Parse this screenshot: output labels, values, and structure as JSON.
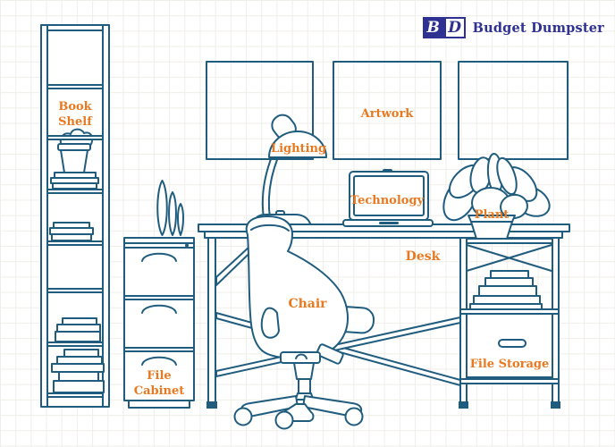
{
  "palette": {
    "line": "#1f5c7e",
    "label": "#e87920",
    "brand": "#2e3192",
    "grid": "#f0eee8"
  },
  "logo": {
    "badge_letters": [
      "B",
      "D"
    ],
    "brand_name": "Budget Dumpster"
  },
  "labels": {
    "book_shelf_line1": "Book",
    "book_shelf_line2": "Shelf",
    "file_cabinet_line1": "File",
    "file_cabinet_line2": "Cabinet",
    "lighting": "Lighting",
    "artwork": "Artwork",
    "technology": "Technology",
    "plant": "Plant",
    "desk": "Desk",
    "chair": "Chair",
    "file_storage": "File Storage"
  }
}
